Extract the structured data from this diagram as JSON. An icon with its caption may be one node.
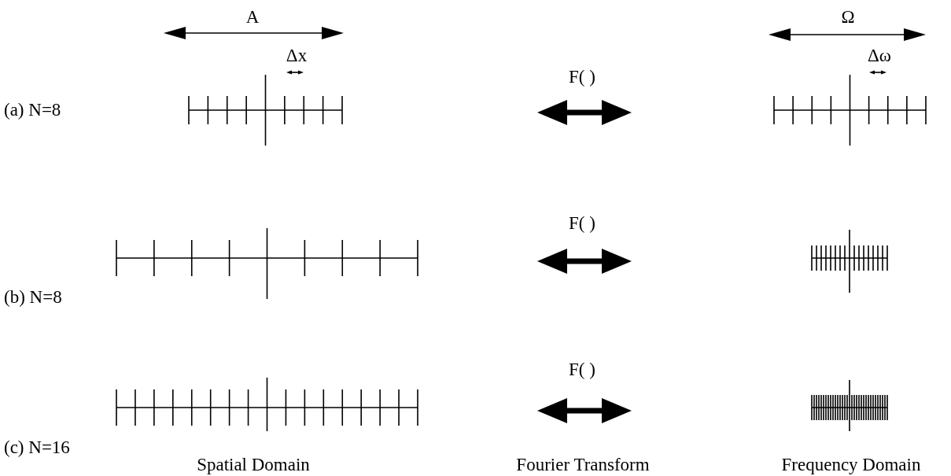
{
  "diagram": {
    "labels": [
      "A",
      "Ω",
      "Δx",
      "Δω",
      "F( )",
      "(a) N=8",
      "F( )",
      "(b) N=8",
      "F( )",
      "(c) N=16",
      "Spatial Domain",
      "Fourier Transform",
      "Frequency Domain"
    ]
  }
}
